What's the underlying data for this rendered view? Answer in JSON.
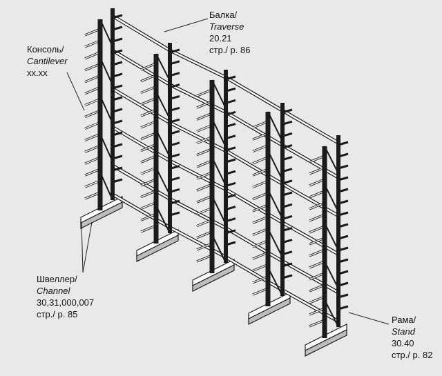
{
  "callouts": {
    "beam": {
      "ru": "Балка/",
      "en": "Traverse",
      "code": "20.21",
      "page": "стр./ р. 86"
    },
    "cantilever": {
      "ru": "Консоль/",
      "en": "Cantilever",
      "code": "xx.xx",
      "page": ""
    },
    "channel": {
      "ru": "Швеллер/",
      "en": "Channel",
      "code": "30,31,000,007",
      "page": "стр./ р. 85"
    },
    "stand": {
      "ru": "Рама/",
      "en": "Stand",
      "code": "30.40",
      "page": "стр./ р. 82"
    }
  },
  "colors": {
    "background": "#e9e9e9",
    "steel_dark": "#1b1b1b",
    "steel_light": "#ffffff",
    "leader_line": "#222222"
  }
}
